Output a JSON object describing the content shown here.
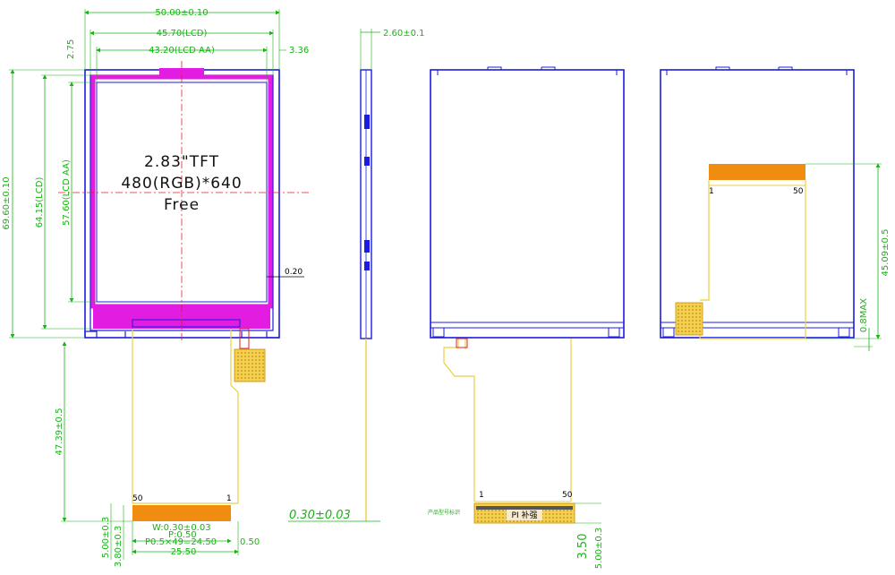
{
  "dims": {
    "outline_width": "50.00±0.10",
    "lcd_width": "45.70(LCD)",
    "aa_width": "43.20(LCD AA)",
    "top_left": "2.75",
    "top_right": "3.36",
    "outline_height": "69.60±0.10",
    "lcd_height": "64.15(LCD)",
    "aa_height": "57.60(LCD AA)",
    "edge_gap": "0.20",
    "thickness": "2.60±0.1",
    "fpc_length": "47.39±0.5",
    "fpc_thickness": "0.30±0.03",
    "fpc_pitch_w": "W:0.30±0.03",
    "fpc_pitch_p": "P:0.50",
    "fpc_pitch_total": "P0.5×49=24.50",
    "fpc_right_offset": "0.50",
    "fpc_total_width": "25.50",
    "tab_height": "5.00±0.3",
    "tab_gold": "3.80±0.3",
    "rear_fpc_len": "45.09±0.5",
    "comp_max": "0.8MAX",
    "back_tab_a": "3.50",
    "back_tab_b": "5.00±0.3"
  },
  "panel": {
    "line1": "2.83\"TFT",
    "line2": "480(RGB)*640",
    "line3": "Free"
  },
  "pins": {
    "front_left": "50",
    "front_right": "1",
    "back_left": "1",
    "back_right": "50",
    "rear_left": "1",
    "rear_right": "50"
  },
  "labels": {
    "stiffener": "PI 补强",
    "stiffener_note": "产品型号标识"
  },
  "colors": {
    "frame": "#1c1ce0",
    "active": "#e21ce0",
    "dimension": "#18b414",
    "fpc": "#f0e060",
    "gold": "#f08c10",
    "center": "#e02020"
  }
}
